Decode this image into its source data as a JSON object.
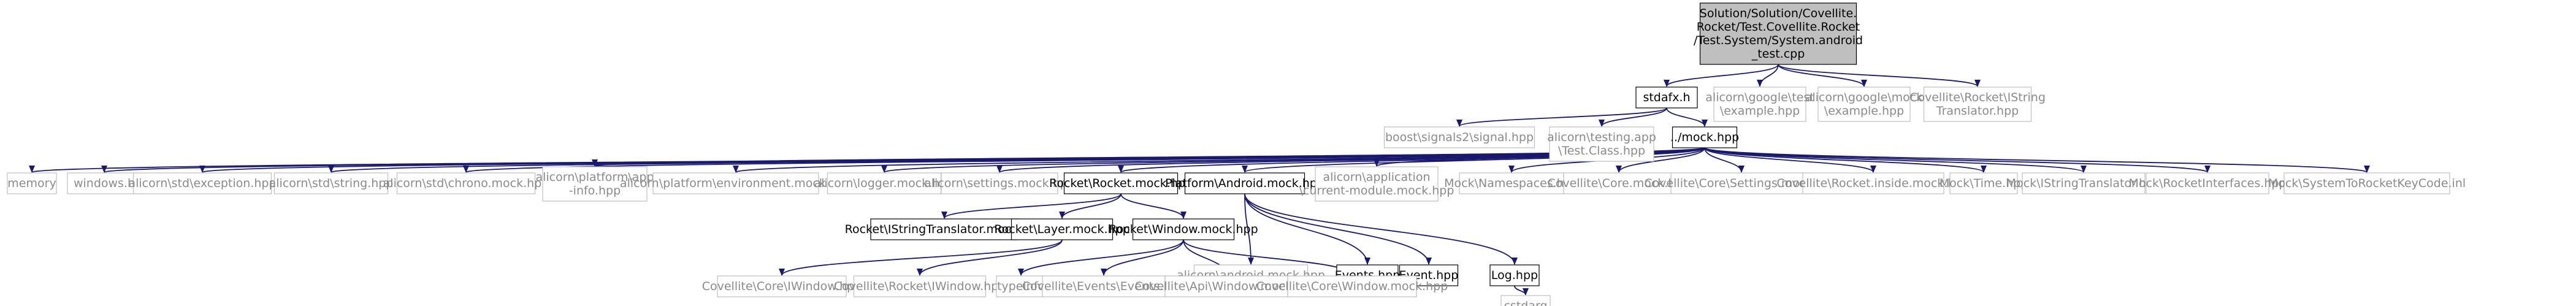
{
  "diagram": {
    "edge_color": "#191970",
    "root_fill": "#bfbfbf",
    "nodes": [
      {
        "id": "root",
        "lines": [
          "Solution/Solution/Covellite.",
          "Rocket/Test.Covellite.Rocket",
          "/Test.System/System.android",
          "_test.cpp"
        ],
        "style": "root"
      },
      {
        "id": "stdafx",
        "lines": [
          "stdafx.h"
        ],
        "style": "dark"
      },
      {
        "id": "gtest_example",
        "lines": [
          "alicorn\\google\\test",
          "\\example.hpp"
        ],
        "style": "grey"
      },
      {
        "id": "gmock_example",
        "lines": [
          "alicorn\\google\\mock",
          "\\example.hpp"
        ],
        "style": "grey"
      },
      {
        "id": "istring_translator",
        "lines": [
          "Covellite\\Rocket\\IString",
          "Translator.hpp"
        ],
        "style": "grey"
      },
      {
        "id": "boost_signal",
        "lines": [
          "boost\\signals2\\signal.hpp"
        ],
        "style": "grey"
      },
      {
        "id": "testing_app",
        "lines": [
          "alicorn\\testing.app",
          "\\Test.Class.hpp"
        ],
        "style": "grey"
      },
      {
        "id": "mock",
        "lines": [
          "../mock.hpp"
        ],
        "style": "dark"
      },
      {
        "id": "memory",
        "lines": [
          "memory"
        ],
        "style": "grey"
      },
      {
        "id": "windows_h",
        "lines": [
          "windows.h"
        ],
        "style": "grey"
      },
      {
        "id": "std_exception",
        "lines": [
          "alicorn\\std\\exception.hpp"
        ],
        "style": "grey"
      },
      {
        "id": "std_string",
        "lines": [
          "alicorn\\std\\string.hpp"
        ],
        "style": "grey"
      },
      {
        "id": "std_chrono",
        "lines": [
          "alicorn\\std\\chrono.mock.hpp"
        ],
        "style": "grey"
      },
      {
        "id": "platform_app_info",
        "lines": [
          "alicorn\\platform\\app",
          "-info.hpp"
        ],
        "style": "grey"
      },
      {
        "id": "platform_env",
        "lines": [
          "alicorn\\platform\\environment.mock.hpp"
        ],
        "style": "grey"
      },
      {
        "id": "logger",
        "lines": [
          "alicorn\\logger.mock.hpp"
        ],
        "style": "grey"
      },
      {
        "id": "settings",
        "lines": [
          "alicorn\\settings.mock.hpp"
        ],
        "style": "grey"
      },
      {
        "id": "rocket_mock",
        "lines": [
          "Rocket\\Rocket.mock.hpp"
        ],
        "style": "dark"
      },
      {
        "id": "platform_android",
        "lines": [
          "Platform\\Android.mock.hpp"
        ],
        "style": "dark"
      },
      {
        "id": "app_current_module",
        "lines": [
          "alicorn\\application",
          "\\current-module.mock.hpp"
        ],
        "style": "grey"
      },
      {
        "id": "mock_namespaces",
        "lines": [
          "Mock\\Namespaces.hpp"
        ],
        "style": "grey"
      },
      {
        "id": "core_mock",
        "lines": [
          "Covellite\\Core.mock.hpp"
        ],
        "style": "grey"
      },
      {
        "id": "core_settings",
        "lines": [
          "Covellite\\Core\\Settings.mock.hpp"
        ],
        "style": "grey"
      },
      {
        "id": "rocket_inside",
        "lines": [
          "Covellite\\Rocket.inside.mock.hpp"
        ],
        "style": "grey"
      },
      {
        "id": "mock_time",
        "lines": [
          "Mock\\Time.hpp"
        ],
        "style": "grey"
      },
      {
        "id": "mock_istring",
        "lines": [
          "Mock\\IStringTranslator.hpp"
        ],
        "style": "grey"
      },
      {
        "id": "mock_rocket_ifaces",
        "lines": [
          "Mock\\RocketInterfaces.hpp"
        ],
        "style": "grey"
      },
      {
        "id": "mock_system_keycode",
        "lines": [
          "Mock\\SystemToRocketKeyCode.inl"
        ],
        "style": "grey"
      },
      {
        "id": "rocket_istring_mock",
        "lines": [
          "Rocket\\IStringTranslator.mock.hpp"
        ],
        "style": "dark"
      },
      {
        "id": "rocket_layer_mock",
        "lines": [
          "Rocket\\Layer.mock.hpp"
        ],
        "style": "dark"
      },
      {
        "id": "rocket_window_mock",
        "lines": [
          "Rocket\\Window.mock.hpp"
        ],
        "style": "dark"
      },
      {
        "id": "android_mock",
        "lines": [
          "alicorn\\android.mock.hpp"
        ],
        "style": "grey"
      },
      {
        "id": "events_hpp",
        "lines": [
          "Events.hpp"
        ],
        "style": "dark"
      },
      {
        "id": "event_hpp",
        "lines": [
          "Event.hpp"
        ],
        "style": "dark"
      },
      {
        "id": "log_hpp",
        "lines": [
          "Log.hpp"
        ],
        "style": "dark"
      },
      {
        "id": "core_iwindow",
        "lines": [
          "Covellite\\Core\\IWindow.hpp"
        ],
        "style": "grey"
      },
      {
        "id": "rocket_iwindow",
        "lines": [
          "Covellite\\Rocket\\IWindow.hpp"
        ],
        "style": "grey"
      },
      {
        "id": "typeinfo",
        "lines": [
          "typeinfo"
        ],
        "style": "grey"
      },
      {
        "id": "events_events",
        "lines": [
          "Covellite\\Events\\Events.hpp"
        ],
        "style": "grey"
      },
      {
        "id": "api_window",
        "lines": [
          "Covellite\\Api\\Window.mock.hpp"
        ],
        "style": "grey"
      },
      {
        "id": "core_window",
        "lines": [
          "Covellite\\Core\\Window.mock.hpp"
        ],
        "style": "grey"
      },
      {
        "id": "cstdarg",
        "lines": [
          "cstdarg"
        ],
        "style": "grey"
      }
    ],
    "edges": [
      [
        "root",
        "stdafx"
      ],
      [
        "root",
        "gtest_example"
      ],
      [
        "root",
        "gmock_example"
      ],
      [
        "root",
        "istring_translator"
      ],
      [
        "stdafx",
        "boost_signal"
      ],
      [
        "stdafx",
        "testing_app"
      ],
      [
        "stdafx",
        "mock"
      ],
      [
        "mock",
        "memory"
      ],
      [
        "mock",
        "windows_h"
      ],
      [
        "mock",
        "std_exception"
      ],
      [
        "mock",
        "std_string"
      ],
      [
        "mock",
        "std_chrono"
      ],
      [
        "mock",
        "platform_app_info"
      ],
      [
        "mock",
        "platform_env"
      ],
      [
        "mock",
        "logger"
      ],
      [
        "mock",
        "settings"
      ],
      [
        "mock",
        "rocket_mock"
      ],
      [
        "mock",
        "platform_android"
      ],
      [
        "mock",
        "app_current_module"
      ],
      [
        "mock",
        "mock_namespaces"
      ],
      [
        "mock",
        "core_mock"
      ],
      [
        "mock",
        "core_settings"
      ],
      [
        "mock",
        "rocket_inside"
      ],
      [
        "mock",
        "mock_time"
      ],
      [
        "mock",
        "mock_istring"
      ],
      [
        "mock",
        "mock_rocket_ifaces"
      ],
      [
        "mock",
        "mock_system_keycode"
      ],
      [
        "rocket_mock",
        "rocket_istring_mock"
      ],
      [
        "rocket_mock",
        "rocket_layer_mock"
      ],
      [
        "rocket_mock",
        "rocket_window_mock"
      ],
      [
        "rocket_layer_mock",
        "core_iwindow"
      ],
      [
        "rocket_layer_mock",
        "rocket_iwindow"
      ],
      [
        "rocket_window_mock",
        "typeinfo"
      ],
      [
        "rocket_window_mock",
        "events_events"
      ],
      [
        "rocket_window_mock",
        "api_window"
      ],
      [
        "rocket_window_mock",
        "core_window"
      ],
      [
        "platform_android",
        "android_mock"
      ],
      [
        "platform_android",
        "events_hpp"
      ],
      [
        "platform_android",
        "event_hpp"
      ],
      [
        "platform_android",
        "log_hpp"
      ],
      [
        "log_hpp",
        "cstdarg"
      ]
    ]
  }
}
